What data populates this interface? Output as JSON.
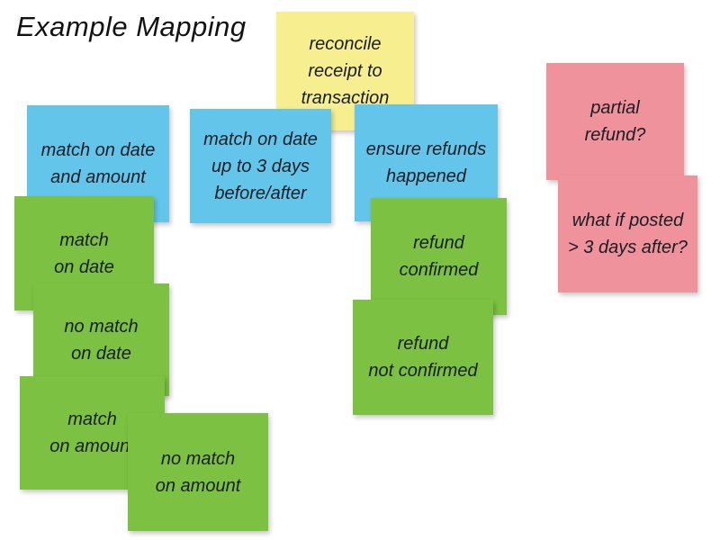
{
  "title": "Example Mapping",
  "colors": {
    "background": "#FFFFFF",
    "yellow": "#F6EE8F",
    "blue": "#63C5EA",
    "green": "#7CC141",
    "pink": "#F0929C",
    "text": "#191D24"
  },
  "notes": {
    "reconcile": {
      "text": "reconcile\nreceipt to\ntransaction",
      "color": "yellow"
    },
    "match_date_amount": {
      "text": "match on date\nand amount",
      "color": "blue"
    },
    "match_date_3days": {
      "text": "match on date\nup to 3 days\nbefore/after",
      "color": "blue"
    },
    "ensure_refunds": {
      "text": "ensure refunds\nhappened",
      "color": "blue"
    },
    "partial_refund": {
      "text": "partial\nrefund?",
      "color": "pink"
    },
    "posted_3days": {
      "text": "what if posted\n> 3 days after?",
      "color": "pink"
    },
    "match_on_date": {
      "text": "match\non date",
      "color": "green"
    },
    "no_match_on_date": {
      "text": "no match\non date",
      "color": "green"
    },
    "match_on_amount": {
      "text": "match\non amount",
      "color": "green"
    },
    "no_match_on_amount": {
      "text": "no match\non amount",
      "color": "green"
    },
    "refund_confirmed": {
      "text": "refund\nconfirmed",
      "color": "green"
    },
    "refund_not_confirmed": {
      "text": "refund\nnot confirmed",
      "color": "green"
    }
  }
}
